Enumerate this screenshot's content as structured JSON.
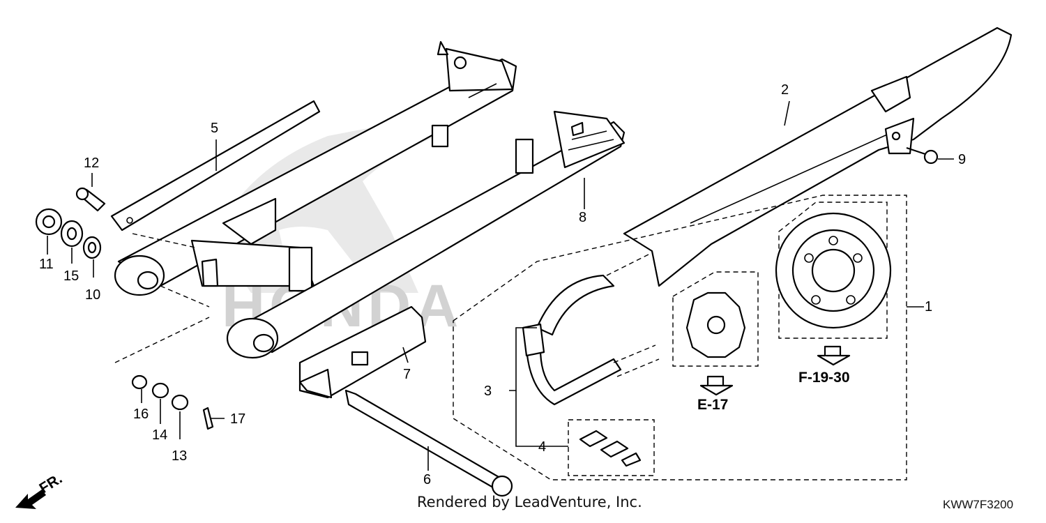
{
  "callouts": [
    {
      "label": "1"
    },
    {
      "label": "2"
    },
    {
      "label": "3"
    },
    {
      "label": "4"
    },
    {
      "label": "5"
    },
    {
      "label": "6"
    },
    {
      "label": "7"
    },
    {
      "label": "8"
    },
    {
      "label": "9"
    },
    {
      "label": "10"
    },
    {
      "label": "11"
    },
    {
      "label": "12"
    },
    {
      "label": "13"
    },
    {
      "label": "14"
    },
    {
      "label": "15"
    },
    {
      "label": "16"
    },
    {
      "label": "17"
    }
  ],
  "references": {
    "drive_sprocket": "E-17",
    "driven_sprocket": "F-19-30"
  },
  "watermark_logo": "HONDA",
  "direction_marker": "FR.",
  "footer_credit": "Rendered by LeadVenture, Inc.",
  "diagram_code": "KWW7F3200",
  "colors": {
    "line": "#000000",
    "background": "#ffffff",
    "watermark": "#d2d2d2"
  }
}
